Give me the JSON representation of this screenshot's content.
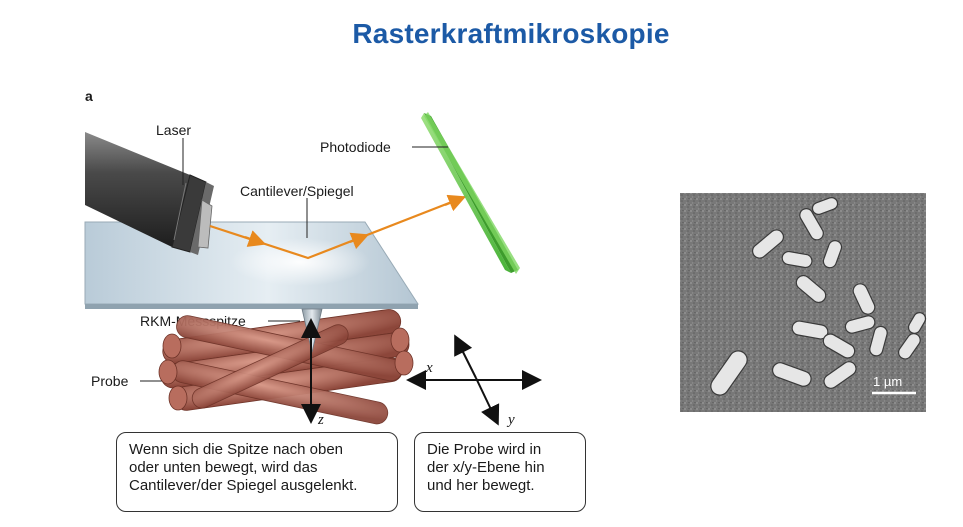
{
  "title": "Rasterkraftmikroskopie",
  "panel_letter": "a",
  "labels": {
    "laser": "Laser",
    "photodiode": "Photodiode",
    "cantilever": "Cantilever/Spiegel",
    "tip": "RKM-Messspitze",
    "probe": "Probe",
    "axis_x": "x",
    "axis_y": "y",
    "axis_z": "z"
  },
  "box_left": [
    "Wenn sich die Spitze nach oben",
    "oder unten bewegt, wird das",
    "Cantilever/der Spiegel ausgelenkt."
  ],
  "box_right": [
    "Die Probe wird in",
    "der x/y-Ebene hin",
    "und her bewegt."
  ],
  "micrograph": {
    "scale_bar_label": "1 µm"
  },
  "colors": {
    "title": "#1c5aa6",
    "laser_beam": "#e8891e",
    "photodiode": "#6ccf4a",
    "sample": "#a0584a"
  }
}
